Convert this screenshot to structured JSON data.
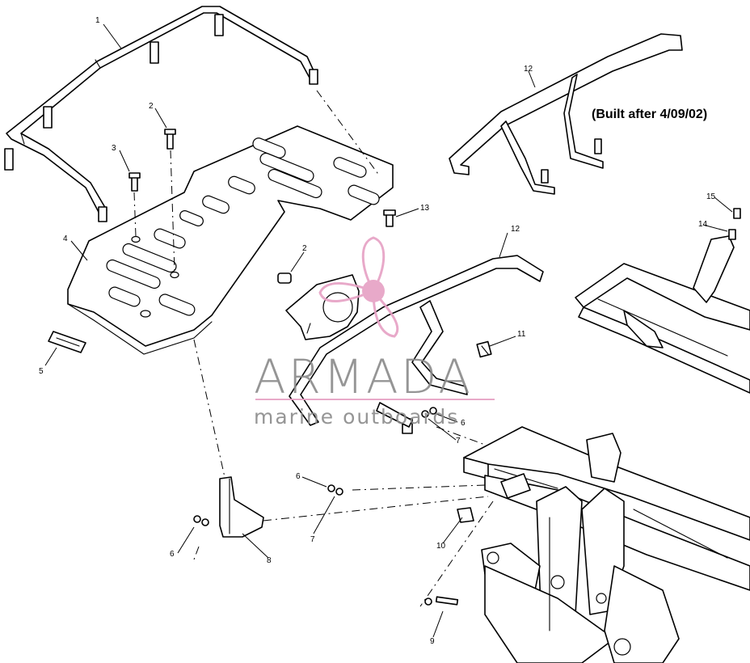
{
  "note": "(Built after 4/09/02)",
  "callouts": [
    "1",
    "2",
    "3",
    "4",
    "5",
    "2",
    "12",
    "11",
    "13",
    "12",
    "14",
    "15",
    "6",
    "6",
    "7",
    "6",
    "7",
    "8",
    "10",
    "9"
  ],
  "watermark": {
    "title": "ARMADA",
    "subtitle": "marine outboards",
    "color_text": "#8a8a8a",
    "color_accent": "#e6a0c4"
  }
}
